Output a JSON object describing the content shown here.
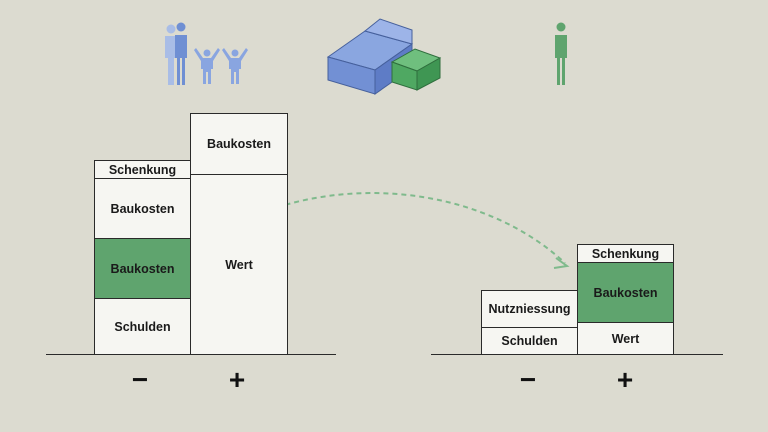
{
  "colors": {
    "background": "#dcdbd0",
    "green": "#5fa46e",
    "blue": "#7b98d8",
    "box": "#f6f6f2"
  },
  "icons": {
    "left": "family-icon",
    "center": "houses-icon",
    "right": "person-icon"
  },
  "left_panel": {
    "col_minus": {
      "segments": [
        "Schenkung",
        "Baukosten",
        "Baukosten",
        "Schulden"
      ]
    },
    "col_plus": {
      "segments": [
        "Baukosten",
        "Wert"
      ]
    },
    "sign_minus": "−",
    "sign_plus": "+"
  },
  "right_panel": {
    "col_minus": {
      "segments": [
        "Nutzniessung",
        "Schulden"
      ]
    },
    "col_plus": {
      "segments": [
        "Schenkung",
        "Baukosten",
        "Wert"
      ]
    },
    "sign_minus": "−",
    "sign_plus": "+"
  }
}
